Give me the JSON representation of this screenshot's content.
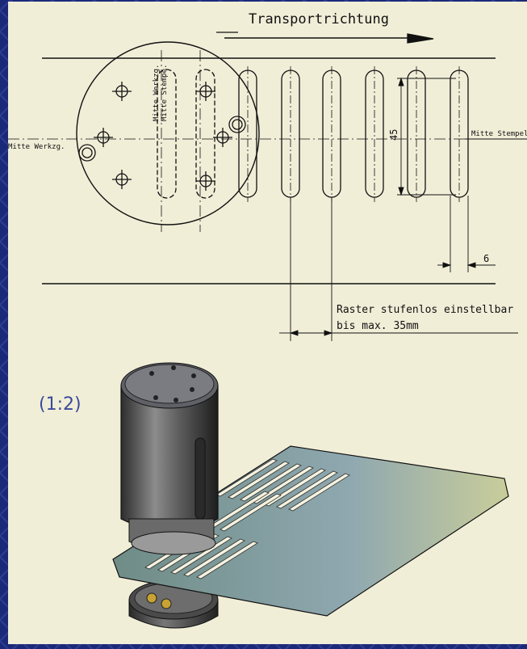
{
  "drawing": {
    "transport_label": "Transportrichtung",
    "mitte_werkzg_left": "Mitte Werkzg.",
    "mitte_werkzg_vertical": "Mitte Werkzg.",
    "mitte_stempel_vertical": "Mitte Stempe.",
    "mitte_stempel_right": "Mitte Stempel",
    "dim_45": "45",
    "dim_6": "6",
    "raster_line1": "Raster stufenlos einstellbar",
    "raster_line2": "bis max. 35mm"
  },
  "model": {
    "scale_label": "(1:2)"
  },
  "colors": {
    "frame_blue": "#1b2a78",
    "sheet": "#f1eed8",
    "ink": "#111111",
    "scale_text": "#3a4a9a"
  }
}
